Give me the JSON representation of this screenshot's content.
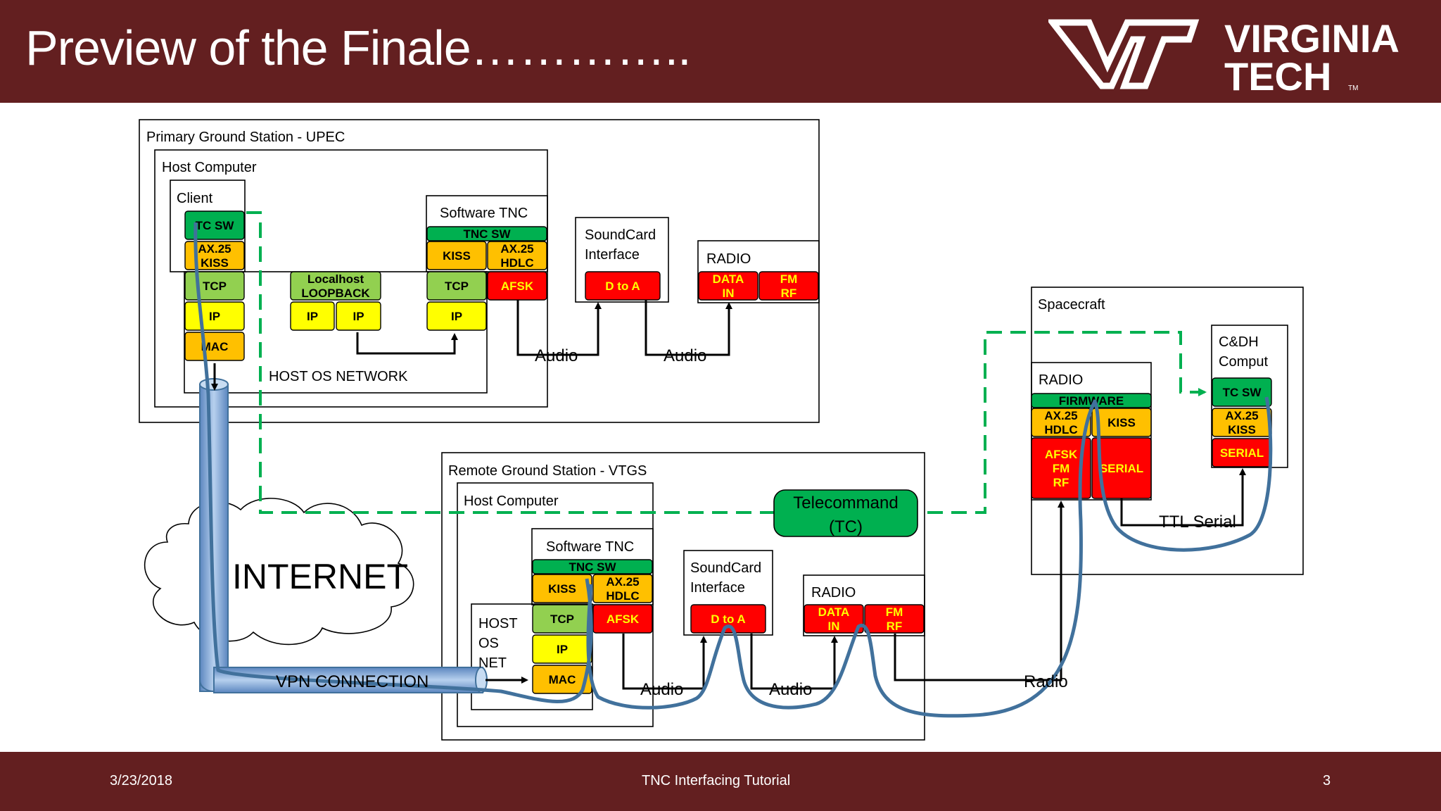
{
  "slide": {
    "title": "Preview of the Finale…………..",
    "logo": {
      "line1": "VIRGINIA",
      "line2": "TECH",
      "tm": "TM"
    },
    "footer": {
      "date": "3/23/2018",
      "center": "TNC Interfacing Tutorial",
      "page": "3"
    }
  },
  "diagram": {
    "primary": {
      "title": "Primary Ground Station - UPEC",
      "host_computer": "Host Computer",
      "client": "Client",
      "stack": [
        "TC SW",
        "AX.25 KISS",
        "TCP",
        "IP",
        "MAC"
      ],
      "loopback": "Localhost LOOPBACK",
      "loop_ip1": "IP",
      "loop_ip2": "IP",
      "host_os_network": "HOST OS NETWORK",
      "software_tnc": "Software TNC",
      "tnc_sw": "TNC SW",
      "kiss": "KISS",
      "ax25_hdlc": "AX.25 HDLC",
      "tcp": "TCP",
      "afsk": "AFSK",
      "ip": "IP",
      "soundcard": "SoundCard Interface",
      "d_to_a": "D to A",
      "radio": "RADIO",
      "data_in": "DATA IN",
      "fm_rf": "FM RF",
      "audio1": "Audio",
      "audio2": "Audio"
    },
    "internet": "INTERNET",
    "vpn": "VPN CONNECTION",
    "remote": {
      "title": "Remote Ground Station - VTGS",
      "host_computer": "Host Computer",
      "software_tnc": "Software TNC",
      "tnc_sw": "TNC SW",
      "kiss": "KISS",
      "ax25_hdlc": "AX.25 HDLC",
      "tcp": "TCP",
      "afsk": "AFSK",
      "ip": "IP",
      "mac": "MAC",
      "host_os_net": "HOST OS NET",
      "soundcard": "SoundCard Interface",
      "d_to_a": "D to A",
      "radio": "RADIO",
      "data_in": "DATA IN",
      "fm_rf": "FM RF",
      "audio1": "Audio",
      "audio2": "Audio",
      "radio_link": "Radio"
    },
    "telecommand": "Telecommand (TC)",
    "spacecraft": {
      "title": "Spacecraft",
      "radio": "RADIO",
      "firmware": "FIRMWARE",
      "ax25_hdlc": "AX.25 HDLC",
      "kiss": "KISS",
      "afsk_fm_rf": "AFSK FM RF",
      "serial": "SERIAL",
      "cdh": "C&DH Comput",
      "tc_sw": "TC SW",
      "ax25_kiss": "AX.25 KISS",
      "cdh_serial": "SERIAL",
      "ttl_serial": "TTL Serial"
    },
    "colors": {
      "green": "#00b050",
      "lightgreen": "#92d050",
      "yellow": "#ffff00",
      "orange": "#ffc000",
      "red": "#ff0000",
      "pipe": "#7ea6d8",
      "wire": "#41719c",
      "brand": "#631f20"
    }
  }
}
